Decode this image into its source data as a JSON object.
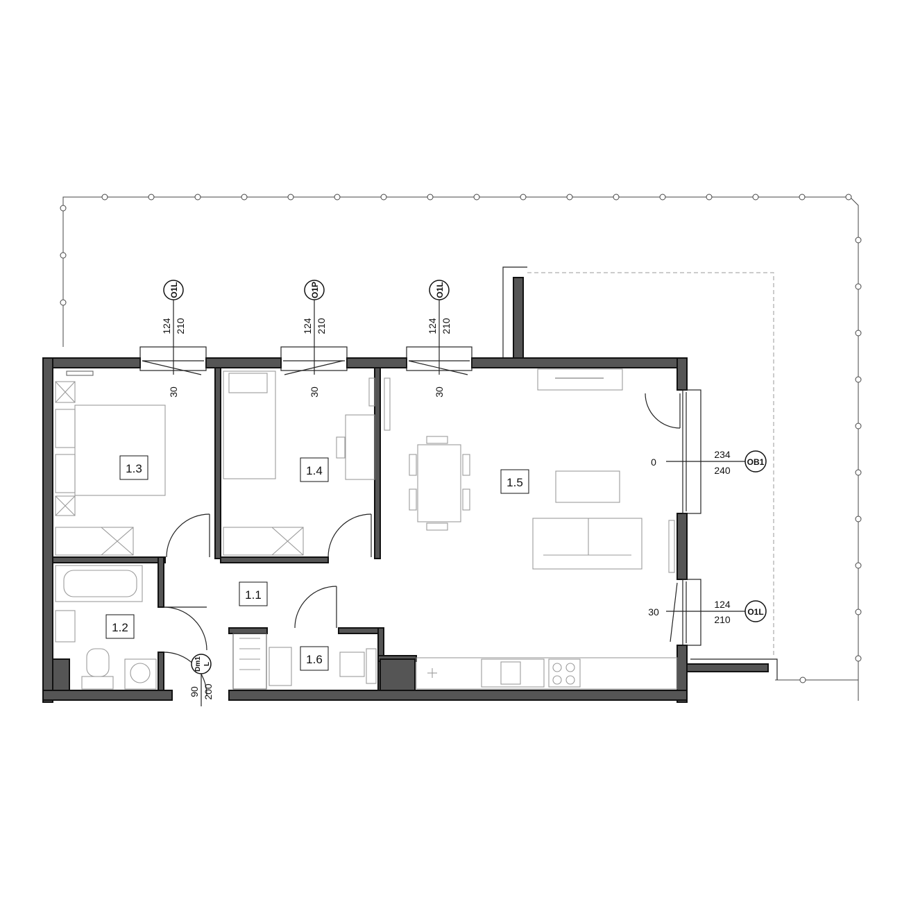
{
  "rooms": {
    "r11": "1.1",
    "r12": "1.2",
    "r13": "1.3",
    "r14": "1.4",
    "r15": "1.5",
    "r16": "1.6"
  },
  "windows": [
    {
      "tag": "O1L",
      "width": "124",
      "height": "210",
      "sill": "30"
    },
    {
      "tag": "O1P",
      "width": "124",
      "height": "210",
      "sill": "30"
    },
    {
      "tag": "O1L",
      "width": "124",
      "height": "210",
      "sill": "30"
    }
  ],
  "balcony_door": {
    "tag": "OB1",
    "sill": "0",
    "width": "234",
    "height": "240"
  },
  "east_window": {
    "tag": "O1L",
    "sill": "30",
    "width": "124",
    "height": "210"
  },
  "entry_door": {
    "tag_top": "Dm1",
    "tag_bottom": "L",
    "width": "90",
    "height": "200"
  },
  "colors": {
    "wall": "#555555",
    "line": "#222222",
    "furniture": "#9a9a9a"
  }
}
